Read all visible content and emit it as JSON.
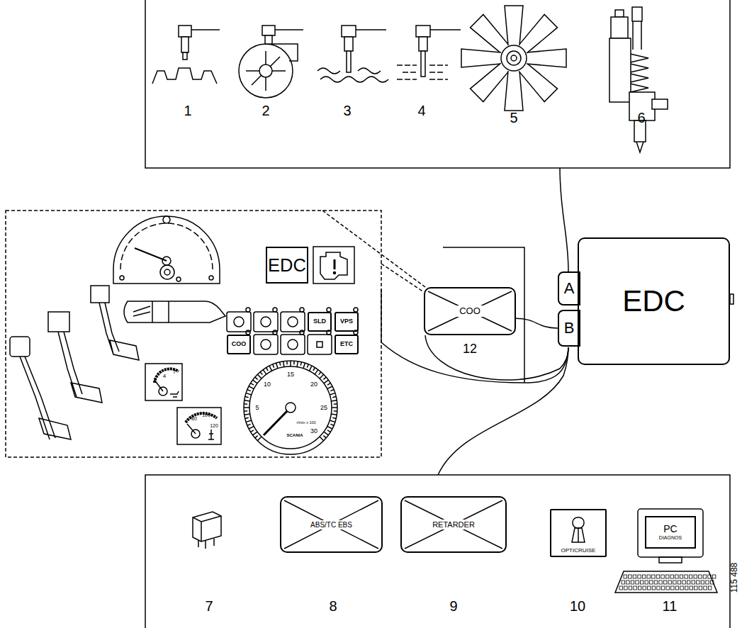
{
  "diagram": {
    "nodes": [
      {
        "text": [
          "EDC"
        ]
      },
      {
        "text": [
          "SLD"
        ]
      },
      {
        "text": [
          "VPS"
        ]
      },
      {
        "text": [
          "COO"
        ]
      },
      {
        "text": [
          "ETC"
        ]
      },
      {
        "text": [
          "COO"
        ]
      },
      {
        "text": [
          "A"
        ]
      },
      {
        "text": [
          "B"
        ]
      },
      {
        "text": [
          "EDC"
        ]
      },
      {
        "text": [
          "ABS/TC EBS"
        ]
      },
      {
        "text": [
          "RETARDER"
        ]
      },
      {
        "text": [
          "OPTICRUISE"
        ]
      },
      {
        "text": [
          "PC",
          "DIAGNOS"
        ]
      }
    ],
    "edges": [
      {
        "from": 5,
        "to": 7,
        "arrow": "none"
      }
    ],
    "labels": [
      "1",
      "2",
      "3",
      "4",
      "5",
      "6",
      "7",
      "8",
      "9",
      "10",
      "11",
      "12",
      "115 488",
      "5",
      "10",
      "15",
      "20",
      "25",
      "30",
      "r/min x 100",
      "SCANIA",
      "80",
      "100",
      "120",
      "4",
      "7"
    ]
  }
}
